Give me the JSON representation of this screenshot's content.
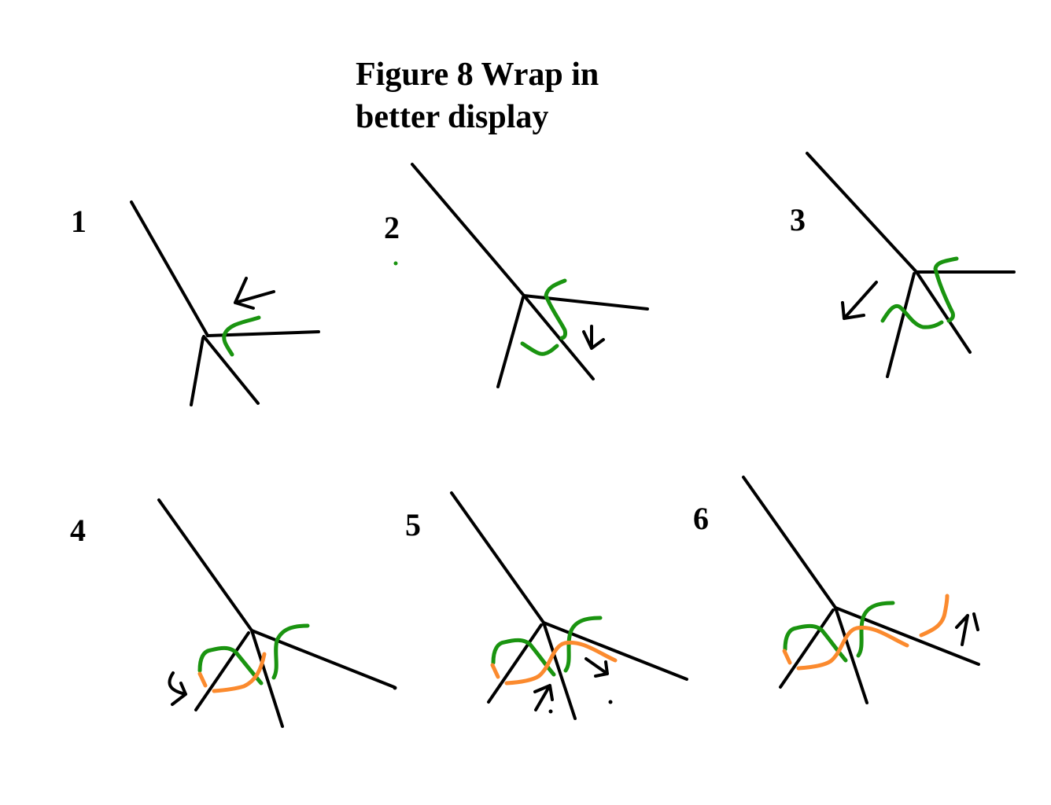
{
  "title": {
    "line1": "Figure 8 Wrap in",
    "line2": "better display"
  },
  "colors": {
    "stick": "#000000",
    "first_wrap": "#1a9410",
    "second_wrap": "#fb8a2e"
  },
  "steps": [
    {
      "label": "1",
      "wraps": [
        "green"
      ],
      "arrow": "left-up"
    },
    {
      "label": "2",
      "wraps": [
        "green"
      ],
      "arrow": "down"
    },
    {
      "label": "3",
      "wraps": [
        "green"
      ],
      "arrow": "down-left"
    },
    {
      "label": "4",
      "wraps": [
        "green",
        "orange"
      ],
      "arrow": "curved-right"
    },
    {
      "label": "5",
      "wraps": [
        "green",
        "orange"
      ],
      "arrow": "up-and-down-right"
    },
    {
      "label": "6",
      "wraps": [
        "green",
        "orange"
      ],
      "arrow": "up"
    }
  ]
}
